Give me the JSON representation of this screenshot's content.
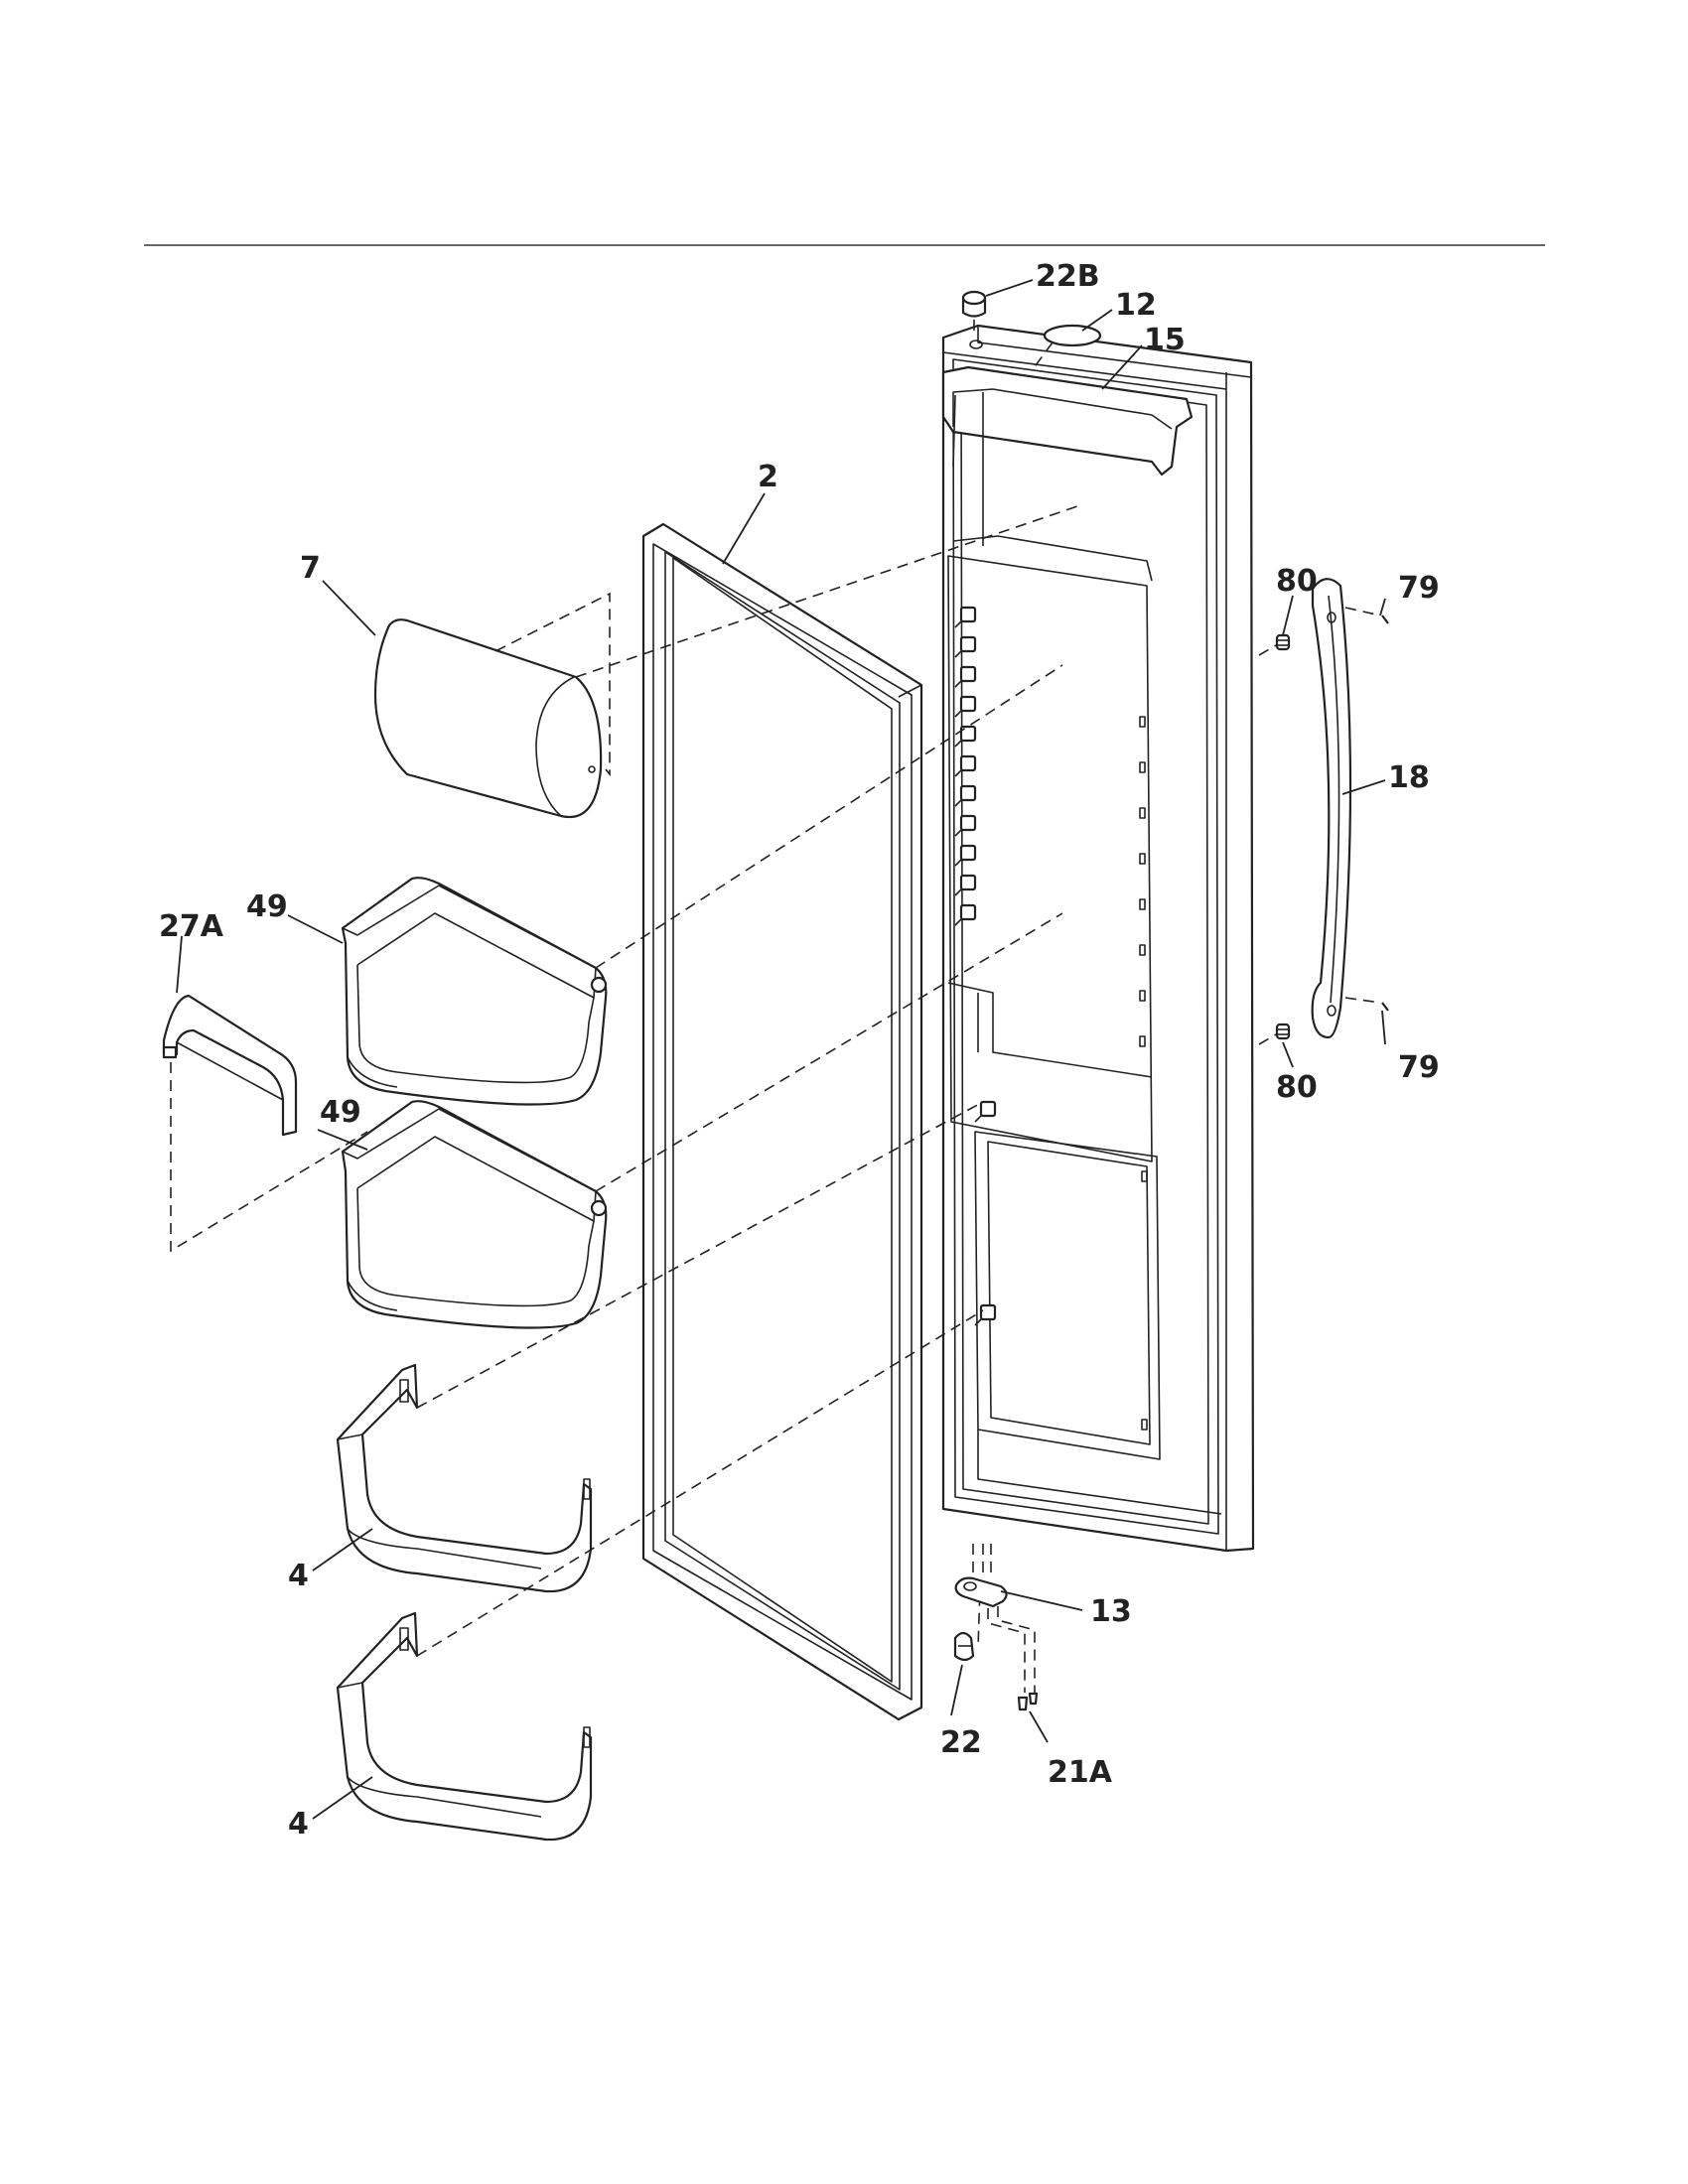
{
  "diagram": {
    "callouts": {
      "c_22B": "22B",
      "c_12": "12",
      "c_15": "15",
      "c_2": "2",
      "c_7": "7",
      "c_80_top": "80",
      "c_79_top": "79",
      "c_18": "18",
      "c_49_top": "49",
      "c_27A": "27A",
      "c_79_bottom": "79",
      "c_80_bottom": "80",
      "c_49_bottom": "49",
      "c_4_top": "4",
      "c_13": "13",
      "c_22": "22",
      "c_21A": "21A",
      "c_4_bottom": "4"
    }
  }
}
